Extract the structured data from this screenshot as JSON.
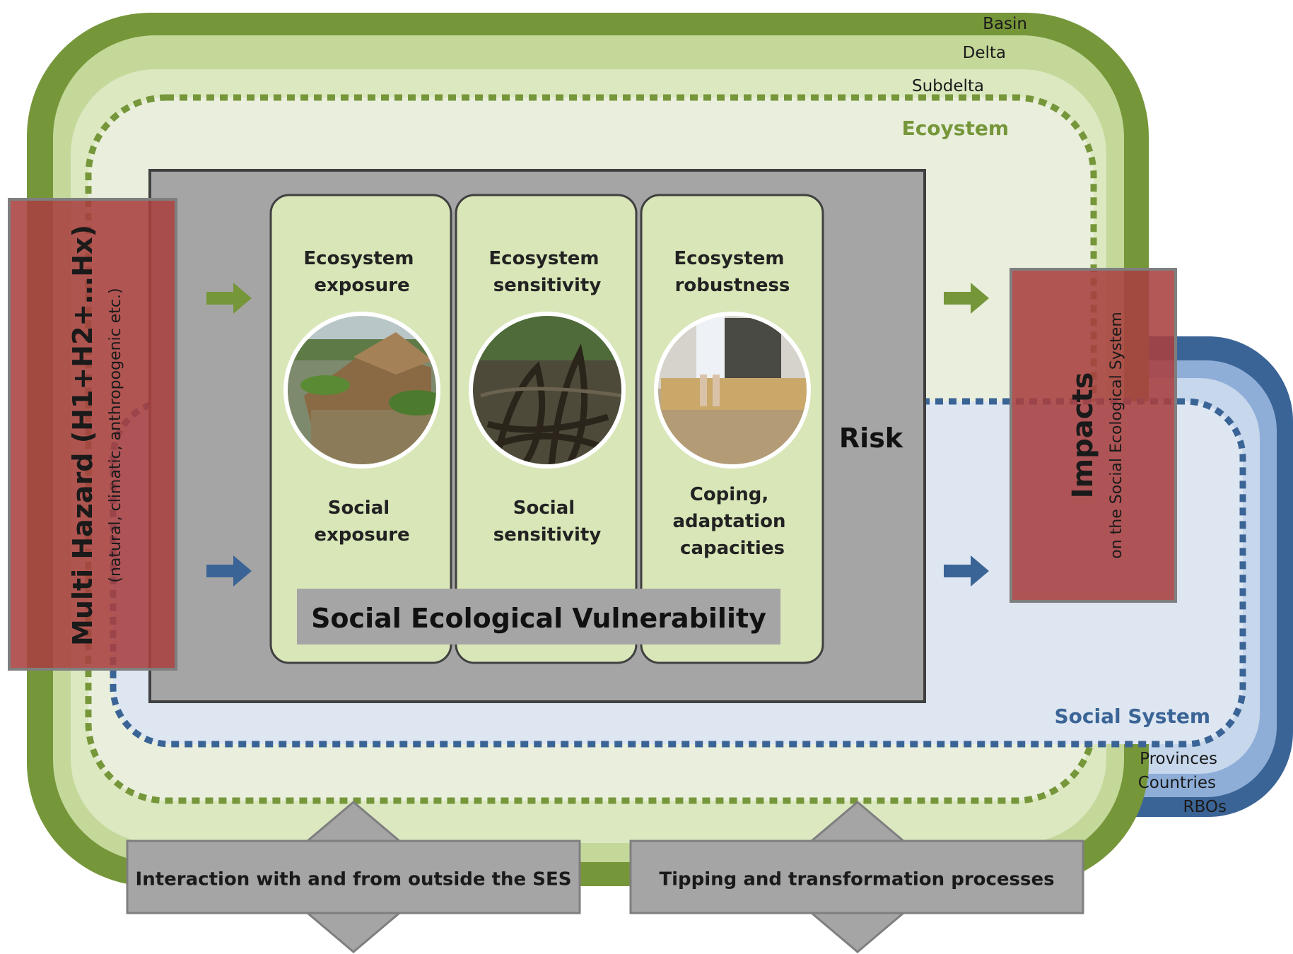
{
  "scales": {
    "ecosystem": [
      "Basin",
      "Delta",
      "Subdelta"
    ],
    "social": [
      "Provinces",
      "Countries",
      "RBOs"
    ]
  },
  "systems": {
    "ecosystem_label": "Ecoystem",
    "social_label": "Social System"
  },
  "hazard": {
    "title": "Multi Hazard (H1+H2+…Hx)",
    "subtitle": "(natural, climatic, anthropogenic etc.)"
  },
  "columns": [
    {
      "eco": [
        "Ecosystem",
        "exposure"
      ],
      "social": [
        "Social",
        "exposure"
      ],
      "photo": "flooded-thatched-hut"
    },
    {
      "eco": [
        "Ecosystem",
        "sensitivity"
      ],
      "social": [
        "Social",
        "sensitivity"
      ],
      "photo": "mangrove-roots"
    },
    {
      "eco": [
        "Ecosystem",
        "robustness"
      ],
      "social": [
        "Coping,",
        "adaptation",
        "capacities"
      ],
      "photo": "flooded-street-sandbags"
    }
  ],
  "vulnerability_label": "Social Ecological Vulnerability",
  "risk_label": "Risk",
  "impacts": {
    "title": "Impacts",
    "subtitle": "on the Social Ecological System"
  },
  "processes": {
    "left": "Interaction with and from outside the SES",
    "right": "Tipping and transformation processes"
  },
  "colors": {
    "basin_green": "#76963a",
    "delta_green": "#c4d89a",
    "eco_light": "#e9efdc",
    "eco_text": "#76963a",
    "social_dark": "#3b6496",
    "social_mid": "#8eaed8",
    "social_light": "#dde6f1",
    "social_text": "#3b6496",
    "risk_gray": "#a5a5a5",
    "hazard_red": "#a94040",
    "column_green": "#d8e6b8",
    "arrow_green": "#76963a",
    "arrow_blue": "#3b6496"
  }
}
